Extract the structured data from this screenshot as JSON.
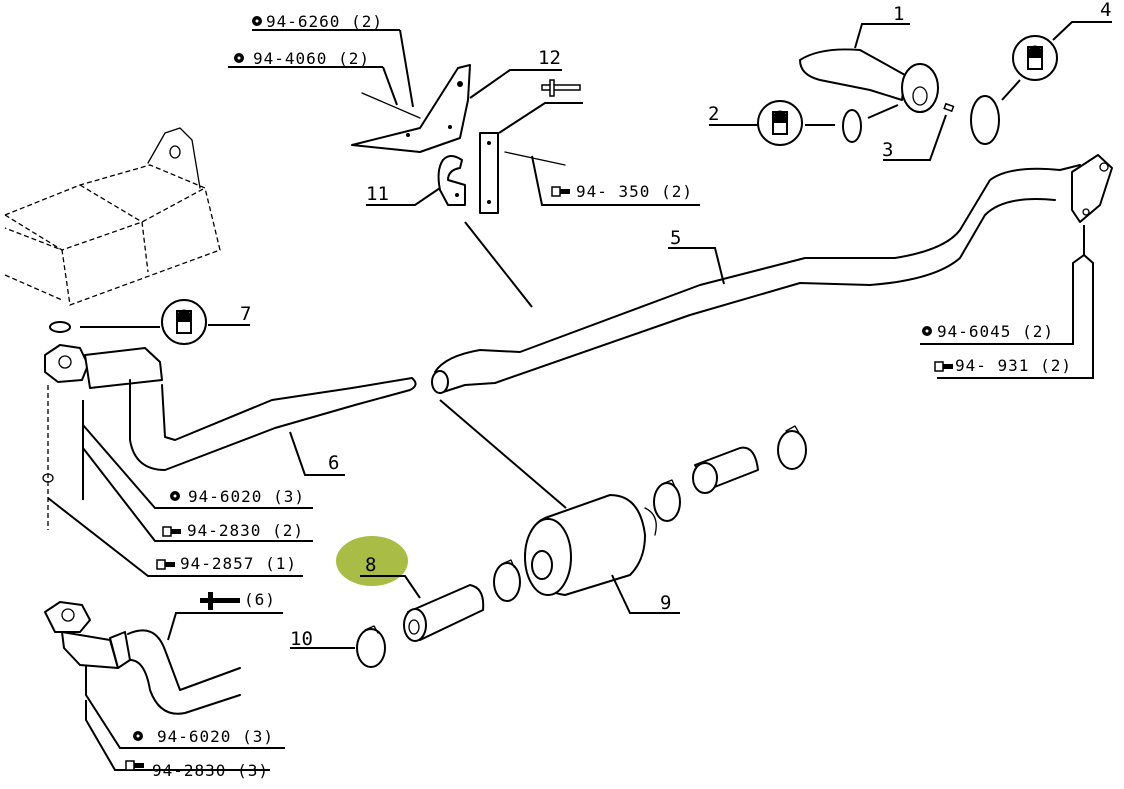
{
  "diagram": {
    "title_hidden": "",
    "highlight_color": "#a3b83c",
    "callouts": {
      "c1": "1",
      "c2": "2",
      "c3": "3",
      "c4": "4",
      "c5": "5",
      "c6": "6",
      "c7": "7",
      "c8": "8",
      "c9": "9",
      "c10": "10",
      "c11": "11",
      "c12": "12"
    },
    "highlighted_callout": "8",
    "references": {
      "r_6260": "94-6260 (2)",
      "r_4060": "94-4060 (2)",
      "r_350": "94- 350 (2)",
      "r_6045": "94-6045 (2)",
      "r_931": "94- 931 (2)",
      "r_6020_a": "94-6020 (3)",
      "r_2830_a": "94-2830 (2)",
      "r_2857": "94-2857 (1)",
      "r_see6": "(6)",
      "r_6020_b": "94-6020 (3)",
      "r_2830_b": "94-2830 (3)"
    },
    "icons": {
      "nut": "nut-icon",
      "bolt": "bolt-icon",
      "gasket_part": "replace-gasket-icon",
      "cross_ref": "cross-reference-icon"
    }
  }
}
